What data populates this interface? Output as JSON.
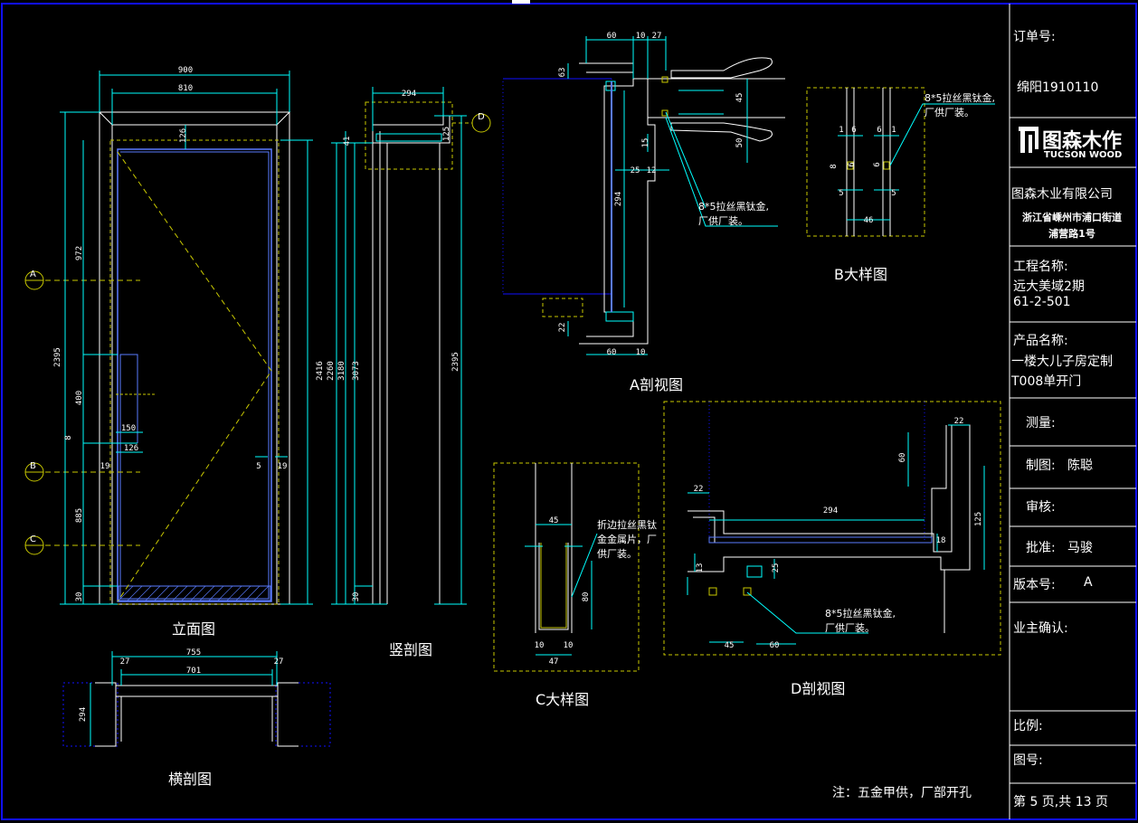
{
  "drawing": {
    "views": {
      "elevation": "立面图",
      "vertical_section": "竖剖图",
      "horizontal_section": "横剖图",
      "section_a": "A剖视图",
      "detail_b": "B大样图",
      "detail_c": "C大样图",
      "section_d": "D剖视图"
    },
    "note": "注：五金甲供，厂部开孔",
    "callouts": {
      "a_top": "8*5拉丝黑钛金,",
      "a_top2": "厂供厂装。",
      "a_mid": "8*5拉丝黑钛金,",
      "a_mid2": "厂供厂装。",
      "c_note1": "折边拉丝黑钛",
      "c_note2": "金金属片，厂",
      "c_note3": "供厂装。",
      "d_note1": "8*5拉丝黑钛金,",
      "d_note2": "厂供厂装。"
    },
    "dimensions": {
      "e900": "900",
      "e810": "810",
      "e126": "126",
      "e972": "972",
      "e2395": "2395",
      "e400": "400",
      "e8": "8",
      "e150": "150",
      "e126b": "126",
      "e19": "19",
      "e885": "885",
      "e30": "30",
      "e2416": "2416",
      "e5": "5",
      "v294": "294",
      "v41": "41",
      "v2260": "2260",
      "v3180": "3180",
      "v3073": "3073",
      "v2395": "2395",
      "v30": "30",
      "v125": "125",
      "h755": "755",
      "h27": "27",
      "h701": "701",
      "h294": "294",
      "a60": "60",
      "a10": "10",
      "a27": "27",
      "a63": "63",
      "a45": "45",
      "a50": "50",
      "a15": "15",
      "a25": "25",
      "a12": "12",
      "a294": "294",
      "a22": "22",
      "b46": "46",
      "b6": "6",
      "b1": "1",
      "b8": "8",
      "b5": "5",
      "c45": "45",
      "c47": "47",
      "c80": "80",
      "c10": "10",
      "d294": "294",
      "d22": "22",
      "d60": "60",
      "d125": "125",
      "d18": "18",
      "d45": "45",
      "d25": "25",
      "d13": "13"
    },
    "markers": [
      "A",
      "B",
      "C",
      "D"
    ]
  },
  "title_block": {
    "order_label": "订单号:",
    "order_value": "绵阳1910110",
    "logo_cn": "图森木作",
    "logo_en": "TUCSON WOOD",
    "company": "图森木业有限公司",
    "address1": "浙江省嵊州市浦口街道",
    "address2": "浦营路1号",
    "project_label": "工程名称:",
    "project_value1": "远大美域2期",
    "project_value2": "61-2-501",
    "product_label": "产品名称:",
    "product_value1": "一楼大儿子房定制",
    "product_value2": "T008单开门",
    "measure": "测量:",
    "draw_label": "制图:",
    "draw_value": "陈聪",
    "review": "审核:",
    "approve_label": "批准:",
    "approve_value": "马骏",
    "version_label": "版本号:",
    "version_value": "A",
    "owner": "业主确认:",
    "scale": "比例:",
    "drawing_no": "图号:",
    "page": "第 5 页,共 13 页"
  },
  "colors": {
    "background": "#000000",
    "frame_blue": "#1010ff",
    "cyan": "#00ffff",
    "yellow_dashed": "#c8c800",
    "white": "#ffffff"
  }
}
